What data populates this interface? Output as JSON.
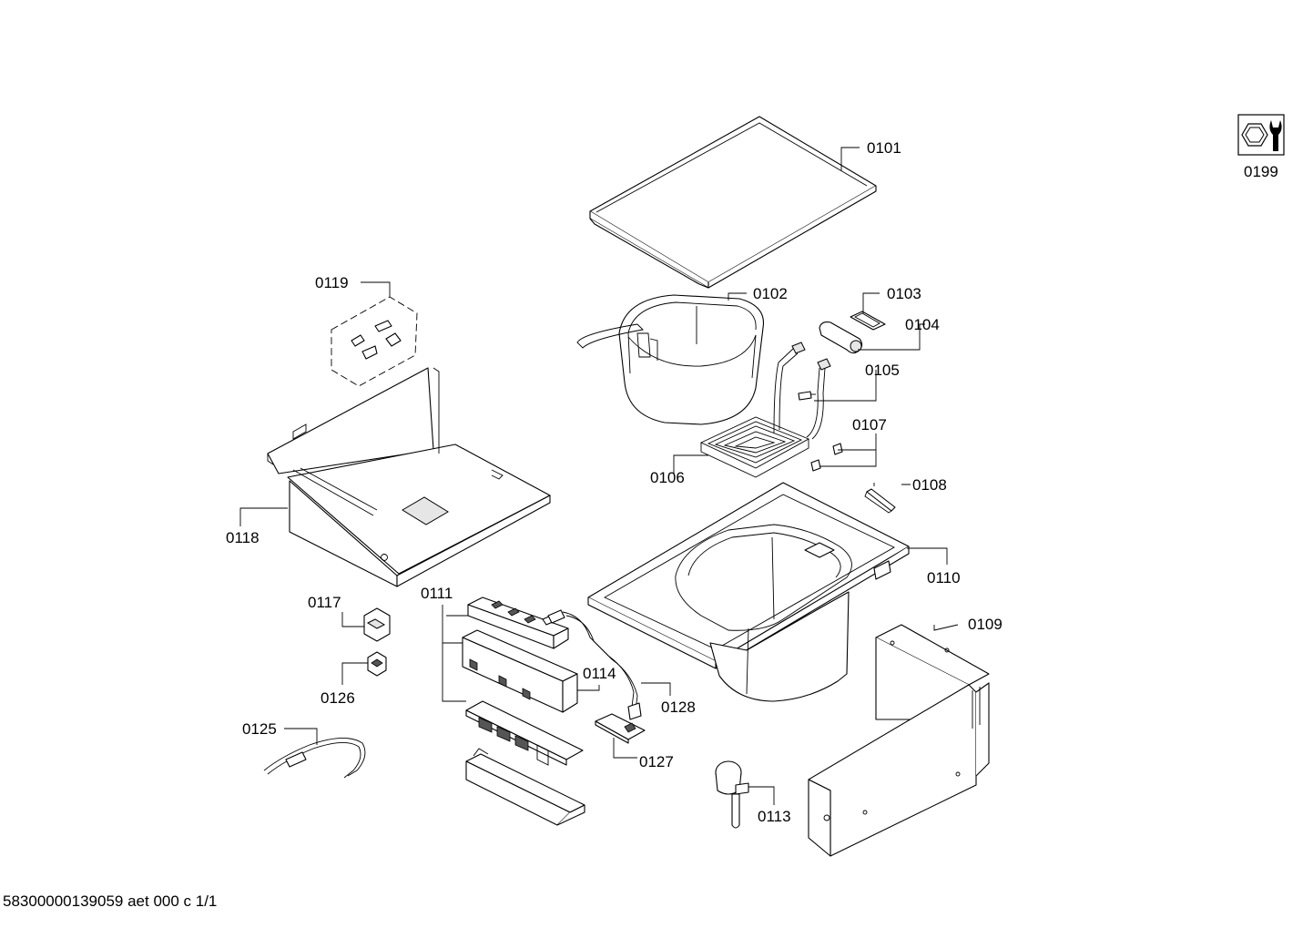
{
  "labels": {
    "p0101": "0101",
    "p0102": "0102",
    "p0103": "0103",
    "p0104": "0104",
    "p0105": "0105",
    "p0106": "0106",
    "p0107": "0107",
    "p0108": "0108",
    "p0109": "0109",
    "p0110": "0110",
    "p0111": "0111",
    "p0113": "0113",
    "p0114": "0114",
    "p0117": "0117",
    "p0118": "0118",
    "p0119": "0119",
    "p0125": "0125",
    "p0126": "0126",
    "p0127": "0127",
    "p0128": "0128",
    "p0199": "0199"
  },
  "footer": "58300000139059 aet 000 c 1/1",
  "icons": {
    "service": "wrench-nut-icon"
  }
}
